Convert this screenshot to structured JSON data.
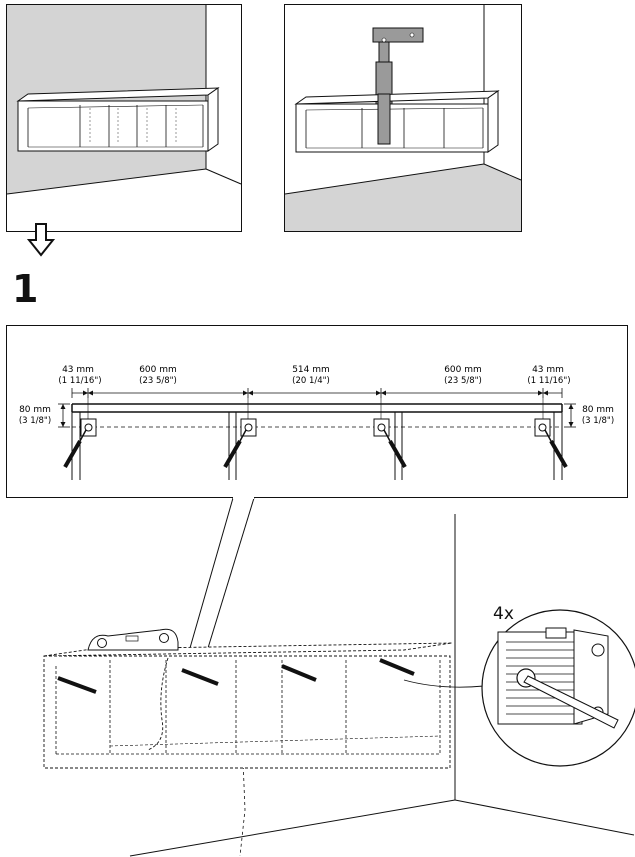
{
  "step": {
    "number": "1"
  },
  "dimensions": {
    "left_offset": {
      "mm": "43 mm",
      "inch": "(1 11/16\")"
    },
    "span_left": {
      "mm": "600 mm",
      "inch": "(23 5/8\")"
    },
    "span_middle": {
      "mm": "514 mm",
      "inch": "(20 1/4\")"
    },
    "span_right": {
      "mm": "600 mm",
      "inch": "(23 5/8\")"
    },
    "right_offset": {
      "mm": "43 mm",
      "inch": "(1 11/16\")"
    },
    "height_left": {
      "mm": "80 mm",
      "inch": "(3 1/8\")"
    },
    "height_right": {
      "mm": "80 mm",
      "inch": "(3 1/8\")"
    }
  },
  "detail": {
    "count": "4x"
  }
}
